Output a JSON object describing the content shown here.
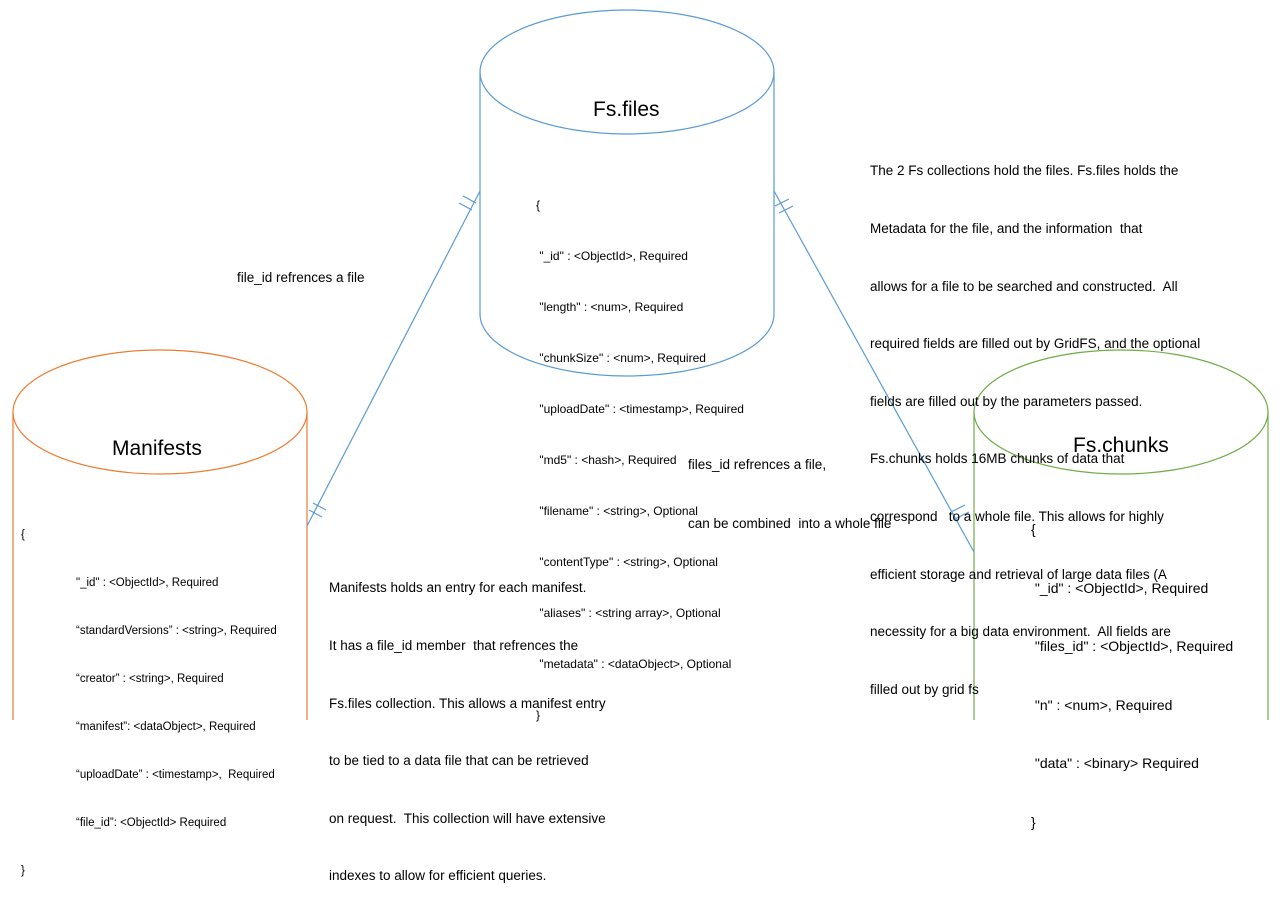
{
  "colors": {
    "files_stroke": "#5B9BD5",
    "manifests_stroke": "#ED7D31",
    "chunks_stroke": "#70AD47",
    "relationship_line": "#5B9BD5"
  },
  "fs_files": {
    "title": "Fs.files",
    "fields": [
      "{",
      " \"_id\" : <ObjectId>, Required",
      " \"length\" : <num>, Required",
      " \"chunkSize\" : <num>, Required",
      " \"uploadDate\" : <timestamp>, Required",
      " \"md5\" : <hash>, Required",
      " \"filename\" : <string>, Optional",
      " \"contentType\" : <string>, Optional",
      " \"aliases\" : <string array>, Optional",
      " \"metadata\" : <dataObject>, Optional",
      "}"
    ]
  },
  "manifests": {
    "title": "Manifests",
    "fields": [
      "{",
      "\"_id\" : <ObjectId>, Required",
      "“standardVersions” : <string>, Required",
      "“creator” : <string>, Required",
      "“manifest”: <dataObject>, Required",
      "“uploadDate” : <timestamp>,  Required",
      "“file_id”: <ObjectId> Required",
      "}"
    ]
  },
  "fs_chunks": {
    "title": "Fs.chunks",
    "fields": [
      "{",
      " \"_id\" : <ObjectId>, Required",
      " \"files_id\" : <ObjectId>, Required",
      " \"n\" : <num>, Required",
      " \"data\" : <binary> Required",
      "}"
    ]
  },
  "relationships": {
    "manifest_to_files": "file_id refrences a file",
    "chunks_to_files_line1": "files_id refrences a file,",
    "chunks_to_files_line2": "can be combined  into a whole file"
  },
  "notes": {
    "fs_collections": [
      "The 2 Fs collections hold the files. Fs.files holds the",
      "Metadata for the file, and the information  that",
      "allows for a file to be searched and constructed.  All",
      "required fields are filled out by GridFS, and the optional",
      "fields are filled out by the parameters passed.",
      "Fs.chunks holds 16MB chunks of data that",
      "correspond   to a whole file. This allows for highly",
      "efficient storage and retrieval of large data files (A",
      "necessity for a big data environment.  All fields are",
      "filled out by grid fs"
    ],
    "manifests": [
      "Manifests holds an entry for each manifest.",
      "It has a file_id member  that refrences the",
      "Fs.files collection. This allows a manifest entry",
      "to be tied to a data file that can be retrieved",
      "on request.  This collection will have extensive",
      "indexes to allow for efficient queries."
    ]
  }
}
